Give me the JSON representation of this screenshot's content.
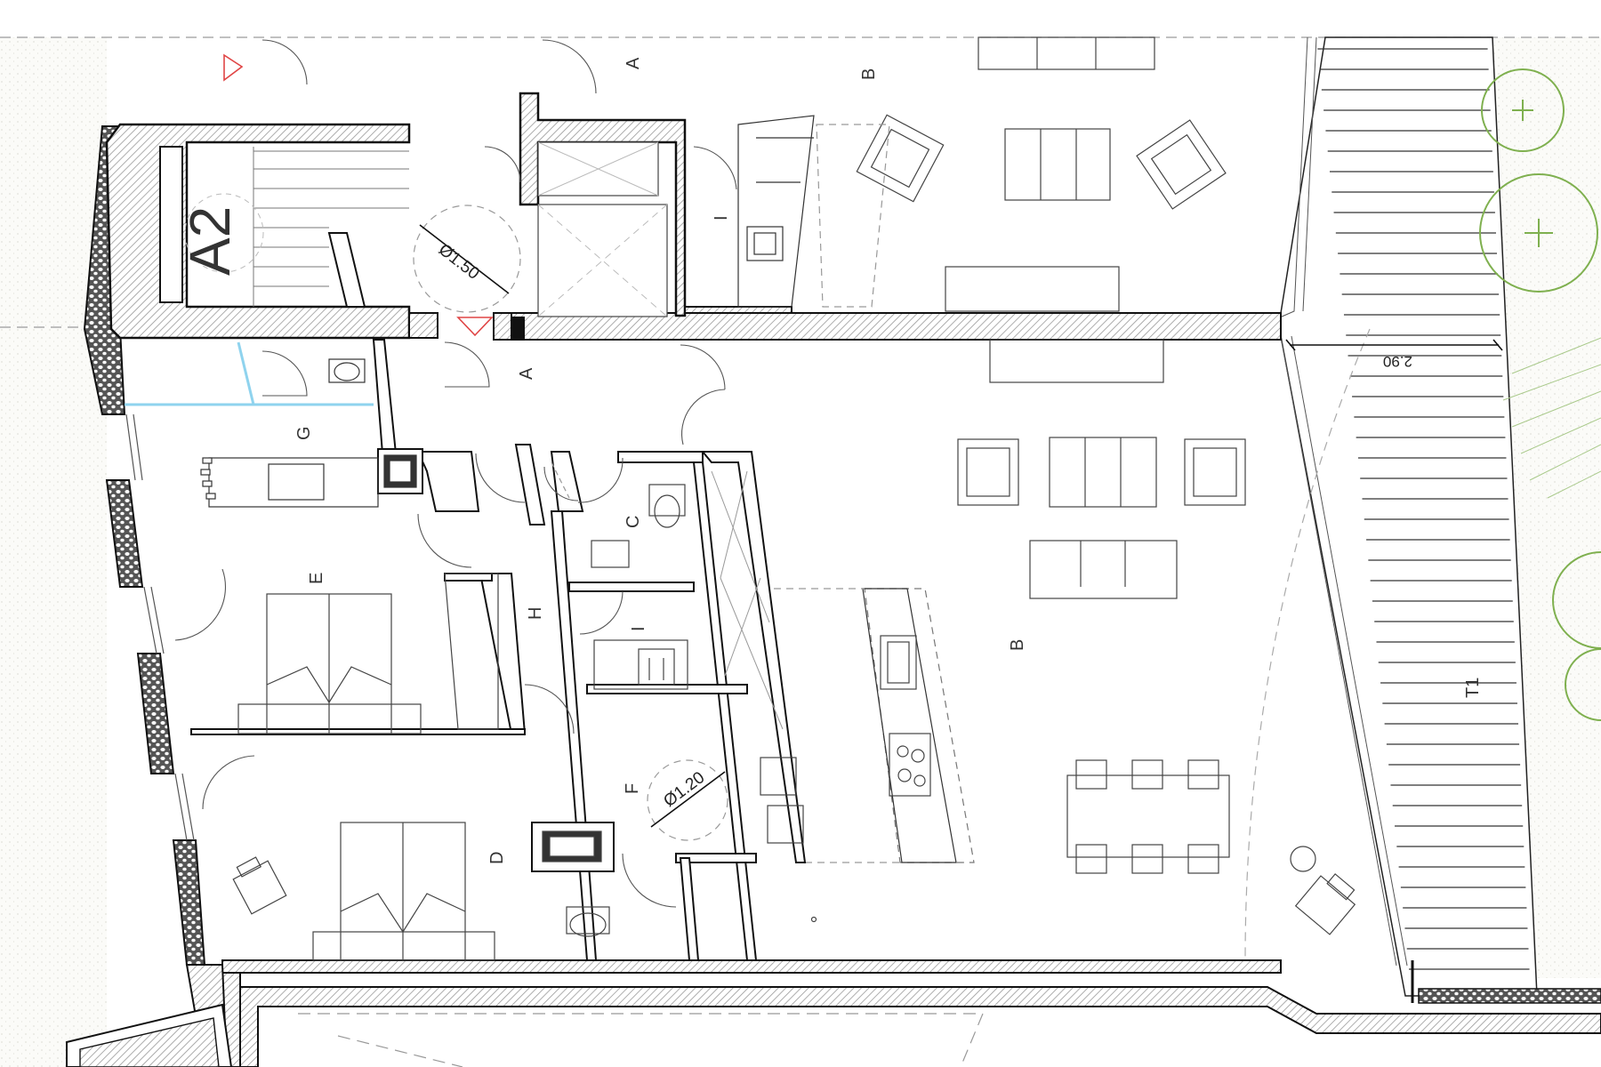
{
  "colors": {
    "wall_line": "#111111",
    "thin_line": "#333333",
    "dashed_line": "#9a9a9a",
    "glass_line": "#8fd3ee",
    "red_marker": "#e04545",
    "tree_green": "#7fb04f",
    "stone_fill": "#5b5b5b",
    "hatch_fill": "#d6d6d6",
    "stipple_fill": "#f4f4ee"
  },
  "icons": [
    "entry-marker-icon",
    "tree-icon",
    "sink-icon",
    "cooktop-icon",
    "toilet-icon",
    "bed-icon",
    "armchair-icon",
    "sofa-icon",
    "table-icon",
    "chair-icon"
  ],
  "stair": {
    "label": "A2"
  },
  "rooms": {
    "a_top": "A",
    "b_top": "B",
    "i_top": "I",
    "a_mid": "A",
    "g": "G",
    "c": "C",
    "e": "E",
    "h": "H",
    "i_mid": "I",
    "b_main": "B",
    "f": "F",
    "d": "D",
    "t1": "T1"
  },
  "dimensions": {
    "turn_circle_large": "Ø1.50",
    "turn_circle_small": "Ø1.20",
    "terrace_width": "2.90"
  }
}
